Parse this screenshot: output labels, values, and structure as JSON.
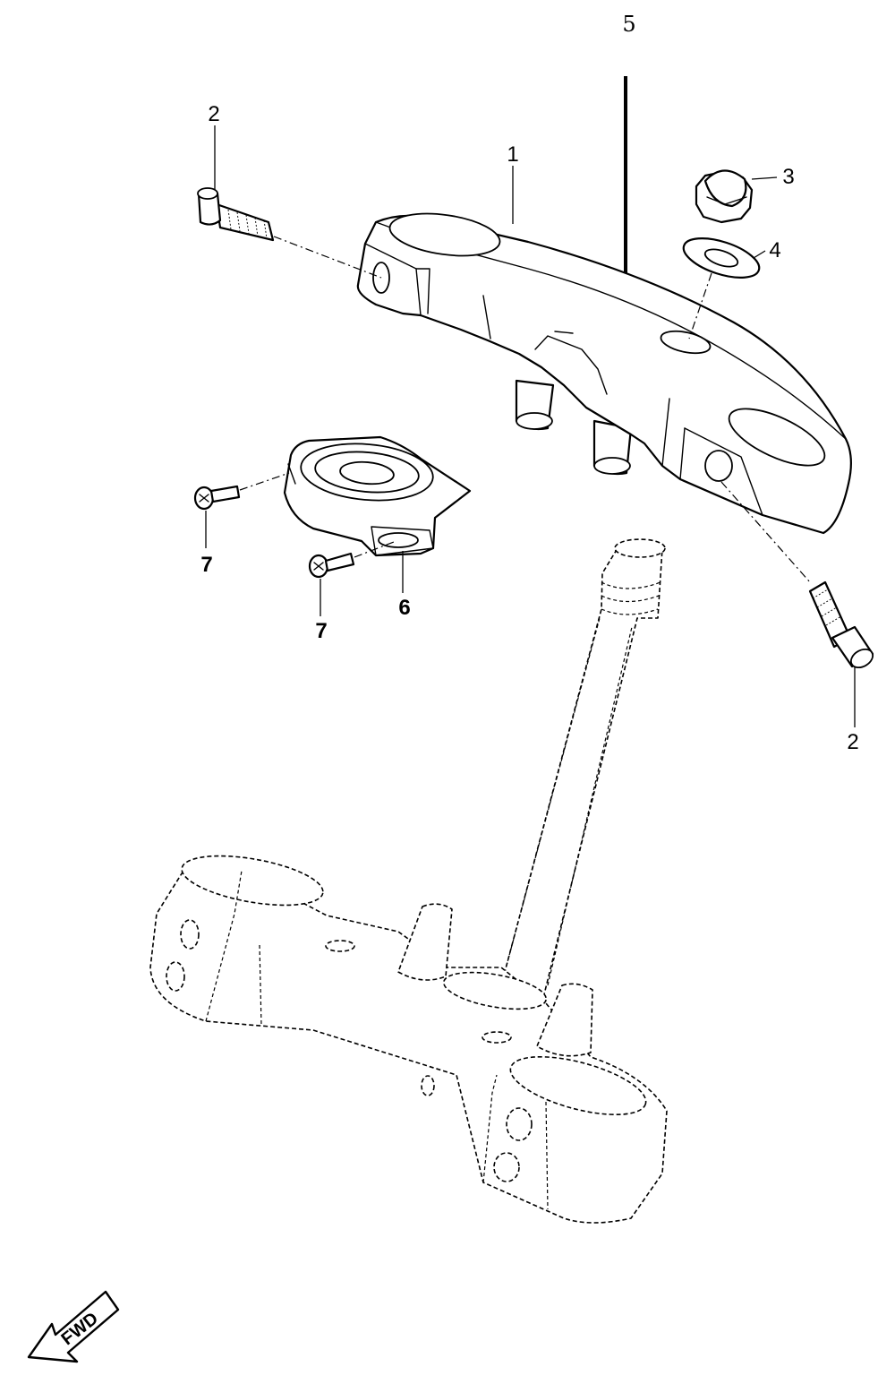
{
  "callouts": {
    "c1": "1",
    "c2a": "2",
    "c2b": "2",
    "c3": "3",
    "c4": "4",
    "c5": "5",
    "c6": "6",
    "c7a": "7",
    "c7b": "7"
  },
  "direction_indicator": {
    "label": "FWD",
    "icon": "arrow-down-left-icon"
  },
  "colors": {
    "line": "#000000",
    "background": "#ffffff"
  }
}
